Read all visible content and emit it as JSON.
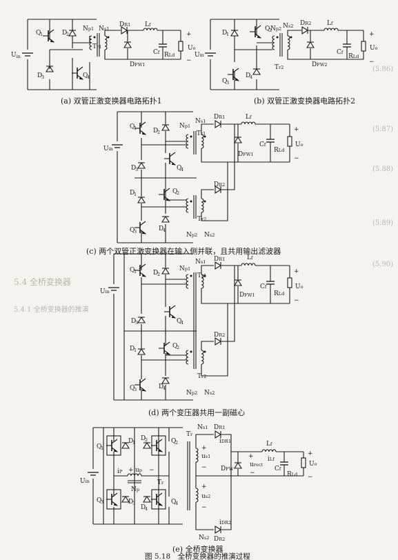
{
  "figure_caption": "图 5.18　全桥变换器的推演过程",
  "panels": {
    "a": {
      "caption": "(a) 双管正激变换器电路拓扑1"
    },
    "b": {
      "caption": "(b) 双管正激变换器电路拓扑2"
    },
    "c": {
      "caption": "(c) 两个双管正激变换器在输入侧并联，且共用输出滤波器"
    },
    "d": {
      "caption": "(d) 两个变压器共用一副磁心"
    },
    "e": {
      "caption": "(e) 全桥变换器"
    }
  },
  "background_text": [
    "(5.86)",
    "(5.87)",
    "(5.88)",
    "(5.89)",
    "(5.90)",
    "5.4 全桥变换器",
    "5.4.1 全桥变换器的推演"
  ],
  "labels": {
    "Uin": "U",
    "Uin_sub": "in",
    "Uo": "U",
    "Uo_sub": "o",
    "Lf": "L",
    "Lf_sub": "f",
    "Cf": "C",
    "Cf_sub": "f",
    "RLd": "R",
    "RLd_sub": "Ld",
    "Q1": "Q",
    "Q2": "Q",
    "Q3": "Q",
    "Q4": "Q",
    "D1": "D",
    "D2": "D",
    "D3": "D",
    "D4": "D",
    "DR1": "D",
    "DR1_sub": "R1",
    "DR2": "D",
    "DR2_sub": "R2",
    "DFW1": "D",
    "DFW1_sub": "FW1",
    "DFW2": "D",
    "DFW2_sub": "FW2",
    "DFW": "D",
    "DFW_sub": "FW",
    "Np1": "N",
    "Np1_sub": "p1",
    "Np2": "N",
    "Np2_sub": "p2",
    "Ns1": "N",
    "Ns1_sub": "s1",
    "Ns2": "N",
    "Ns2_sub": "s2",
    "Np": "N",
    "Np_sub": "p",
    "Tr1": "T",
    "Tr1_sub": "r1",
    "Tr2": "T",
    "Tr2_sub": "r2",
    "Tr": "T",
    "Tr_sub": "r",
    "ip": "i",
    "ip_sub": "P",
    "up": "u",
    "up_sub": "p",
    "us1": "u",
    "us1_sub": "s1",
    "us2": "u",
    "us2_sub": "s2",
    "iDR1": "i",
    "iDR1_sub": "DR1",
    "iDR2": "i",
    "iDR2_sub": "DR2",
    "iLf": "i",
    "iLf_sub": "Lf",
    "urect": "u",
    "urect_sub": "rect",
    "plus": "+",
    "minus": "−"
  }
}
